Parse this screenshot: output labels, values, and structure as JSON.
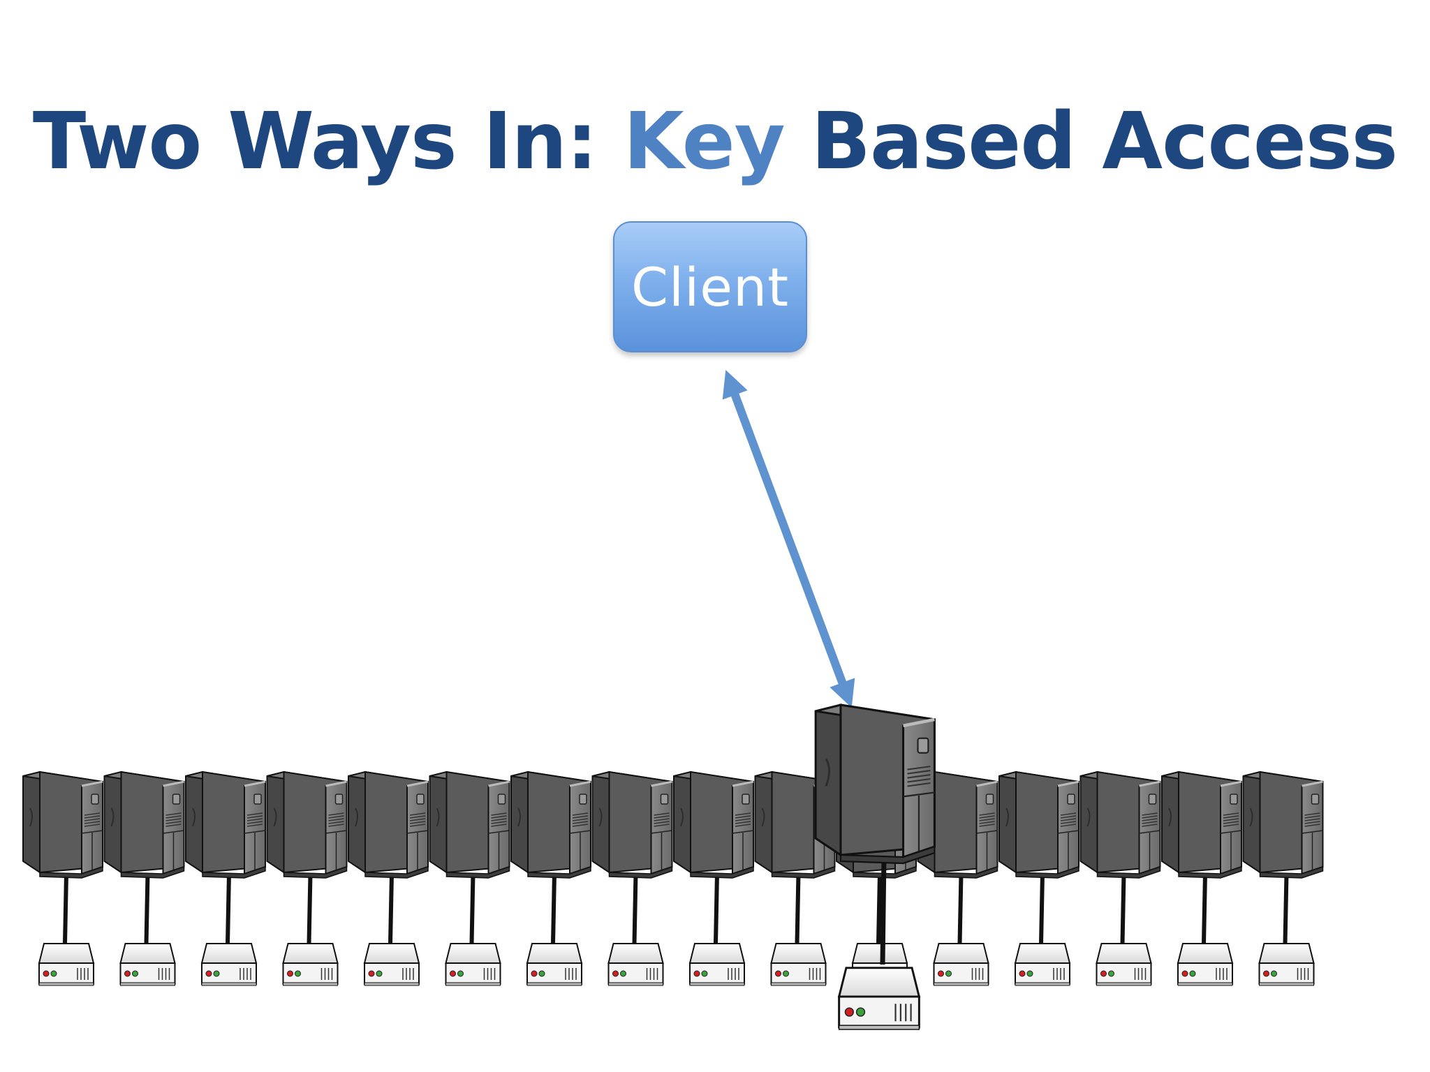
{
  "slide": {
    "title_prefix": "Two Ways In: ",
    "title_accent": "Key",
    "title_suffix": " Based Access",
    "title_color": "#1f477f",
    "accent_color": "#4f82c3"
  },
  "client": {
    "label": "Client",
    "color": "#7fb0ec"
  },
  "network": {
    "server_count": 17,
    "highlighted_server_index": 10,
    "server_color": "#5a5a5a",
    "arrow_color": "#5f93cf",
    "link_color": "#111111"
  }
}
